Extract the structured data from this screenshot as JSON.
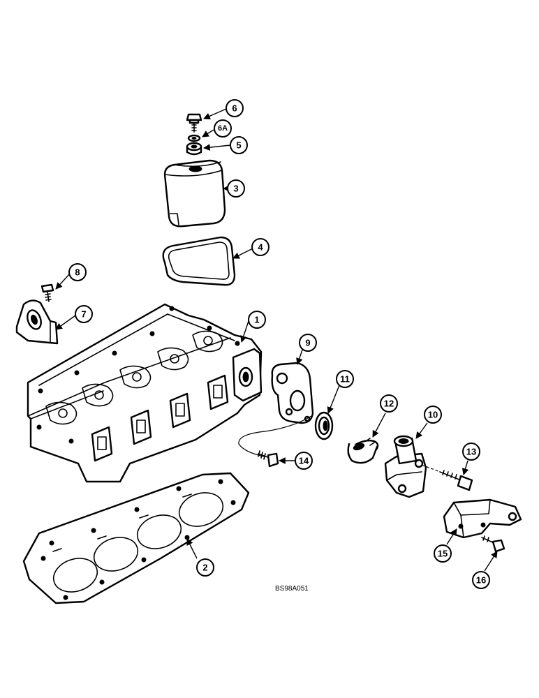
{
  "diagram": {
    "drawing_code": "BS98A051",
    "callouts": [
      "1",
      "2",
      "3",
      "4",
      "5",
      "6",
      "6A",
      "7",
      "8",
      "9",
      "10",
      "11",
      "12",
      "13",
      "14",
      "15",
      "16"
    ]
  }
}
